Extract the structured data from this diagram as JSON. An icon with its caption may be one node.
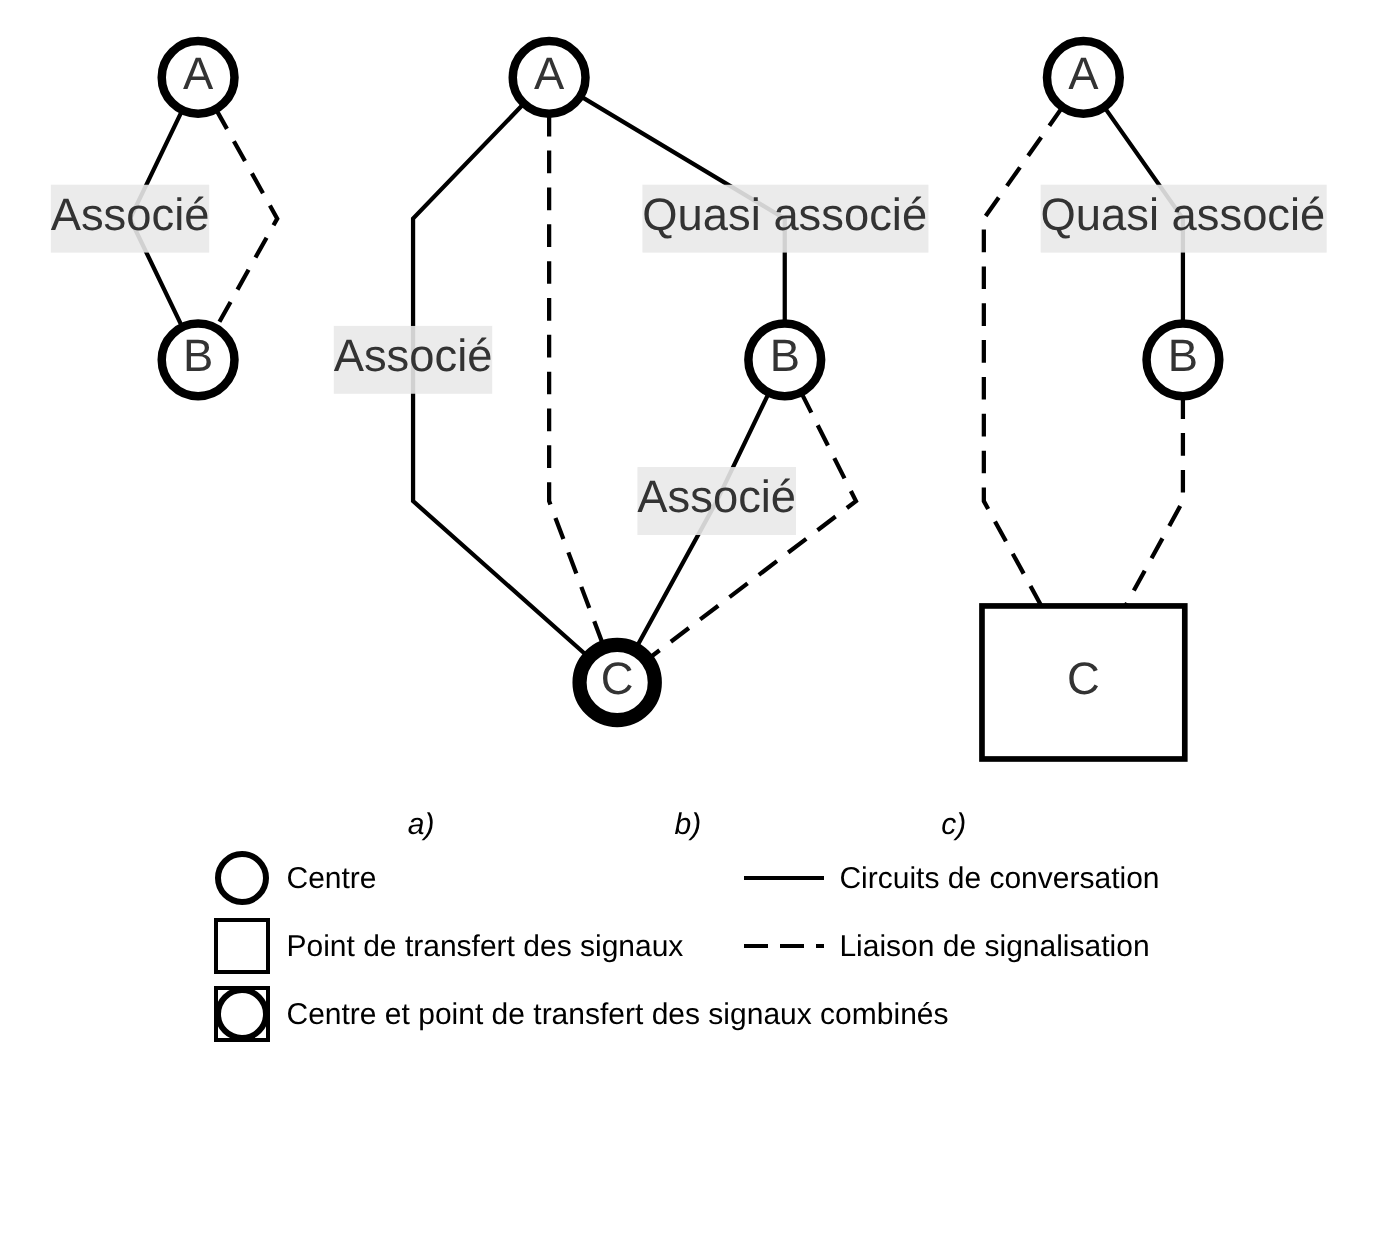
{
  "diagram": {
    "nodes": [
      {
        "text": [
          "A"
        ]
      },
      {
        "text": [
          "B"
        ]
      },
      {
        "text": [
          "A"
        ]
      },
      {
        "text": [
          "B"
        ]
      },
      {
        "text": [
          "C"
        ]
      },
      {
        "text": [
          "A"
        ]
      },
      {
        "text": [
          "B"
        ]
      },
      {
        "text": [
          "C"
        ]
      }
    ],
    "edges": [
      {
        "from": 0,
        "to": 1,
        "arrow": "none",
        "label": "Associé"
      },
      {
        "from": 0,
        "to": 1,
        "arrow": "none",
        "style": "dashed"
      },
      {
        "from": 2,
        "to": 3,
        "arrow": "none",
        "label": "Quasi associé"
      },
      {
        "from": 2,
        "to": 4,
        "arrow": "none",
        "label": "Associé"
      },
      {
        "from": 2,
        "to": 4,
        "arrow": "none",
        "style": "dashed"
      },
      {
        "from": 3,
        "to": 4,
        "arrow": "none",
        "label": "Associé"
      },
      {
        "from": 3,
        "to": 4,
        "arrow": "none",
        "style": "dashed"
      },
      {
        "from": 5,
        "to": 6,
        "arrow": "none",
        "label": "Quasi associé"
      },
      {
        "from": 5,
        "to": 7,
        "arrow": "none",
        "style": "dashed"
      },
      {
        "from": 6,
        "to": 7,
        "arrow": "none",
        "style": "dashed"
      }
    ],
    "labels": [
      "a)",
      "b)",
      "c)"
    ],
    "legend": [
      {
        "text": "Centre"
      },
      {
        "text": "Circuits de conversation"
      },
      {
        "text": "Point de transfert des signaux"
      },
      {
        "text": "Liaison de signalisation"
      },
      {
        "text": "Centre et point de transfert des signaux combinés"
      }
    ]
  }
}
